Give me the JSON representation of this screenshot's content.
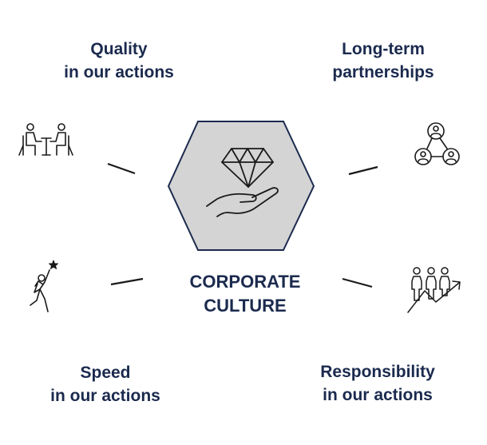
{
  "center": {
    "line1": "CORPORATE",
    "line2": "CULTURE"
  },
  "pillars": {
    "quality": {
      "line1": "Quality",
      "line2": "in our actions",
      "icon": "meeting-table-icon"
    },
    "partnerships": {
      "line1": "Long-term",
      "line2": "partnerships",
      "icon": "network-people-icon"
    },
    "speed": {
      "line1": "Speed",
      "line2": "in our actions",
      "icon": "person-reaching-star-icon"
    },
    "responsibility": {
      "line1": "Responsibility",
      "line2": "in our actions",
      "icon": "team-growth-arrow-icon"
    }
  },
  "colors": {
    "text": "#1b2a4e",
    "hexagon_fill": "#d4d4d4",
    "hexagon_stroke": "#1b2a4e",
    "line": "#1a1a1a",
    "icon": "#1a1a1a"
  },
  "center_icon": "diamond-on-hand-icon"
}
